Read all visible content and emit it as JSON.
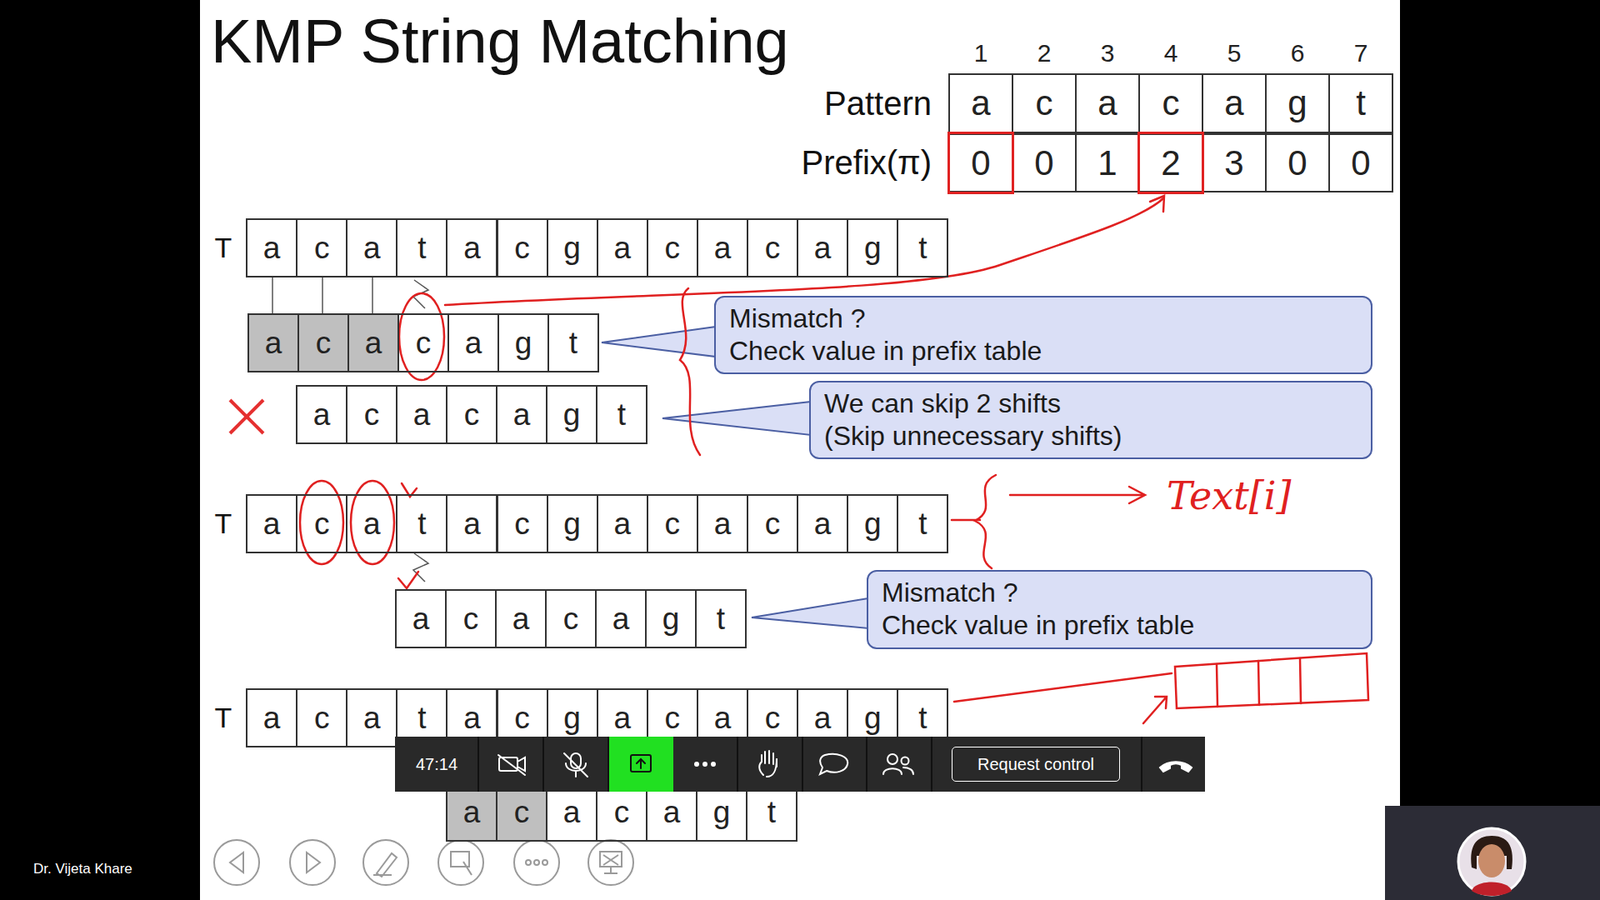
{
  "diagram": {
    "title": "KMP String Matching",
    "nodes": [
      {
        "text": [
          "Mismatch ?",
          "Check value in prefix table"
        ]
      },
      {
        "text": [
          "We can skip 2 shifts",
          "(Skip unnecessary shifts)"
        ]
      },
      {
        "text": [
          "Mismatch ?",
          "Check value in prefix table"
        ]
      },
      {
        "text": [
          "Request control"
        ]
      }
    ],
    "labels": [
      "1",
      "2",
      "3",
      "4",
      "5",
      "6",
      "7",
      "Pattern",
      "a",
      "c",
      "a",
      "c",
      "a",
      "g",
      "t",
      "Prefix(π)",
      "0",
      "0",
      "1",
      "2",
      "3",
      "0",
      "0",
      "T",
      "a",
      "c",
      "a",
      "t",
      "a",
      "c",
      "g",
      "a",
      "c",
      "a",
      "c",
      "a",
      "g",
      "t",
      "a",
      "c",
      "a",
      "c",
      "a",
      "g",
      "t",
      "a",
      "c",
      "a",
      "c",
      "a",
      "g",
      "t",
      "T",
      "a",
      "c",
      "a",
      "t",
      "a",
      "c",
      "g",
      "a",
      "c",
      "a",
      "c",
      "a",
      "g",
      "t",
      "a",
      "c",
      "a",
      "c",
      "a",
      "g",
      "t",
      "T",
      "a",
      "c",
      "a",
      "t",
      "a",
      "c",
      "g",
      "a",
      "c",
      "a",
      "c",
      "a",
      "g",
      "t",
      "a",
      "c",
      "a",
      "c",
      "a",
      "g",
      "t",
      "Text[i]",
      "47:14",
      "Dr. Vijeta Khare"
    ]
  }
}
